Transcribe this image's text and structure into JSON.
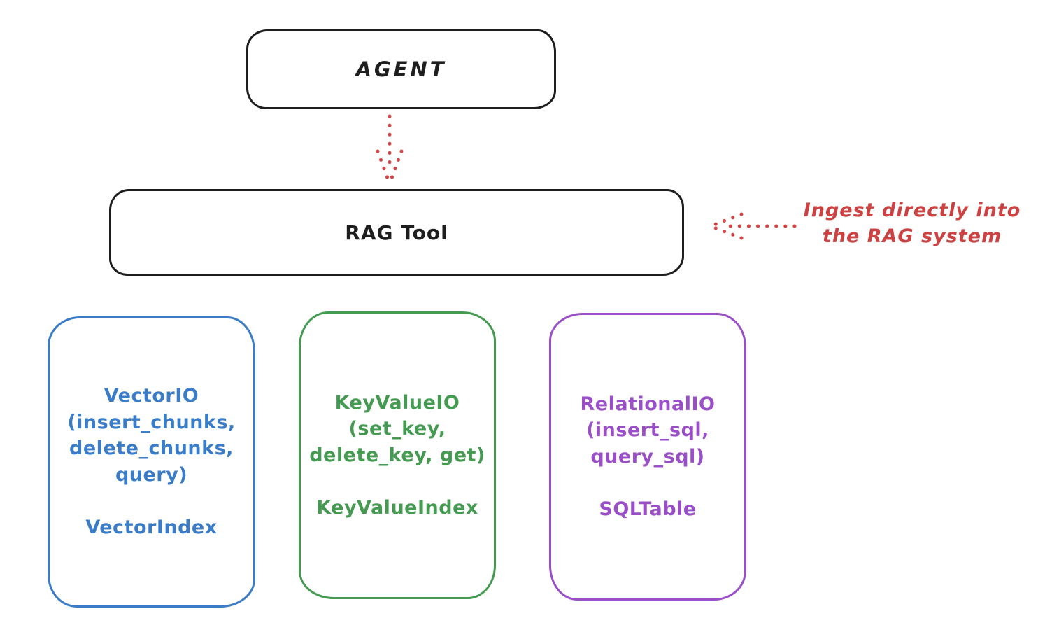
{
  "canvas": {
    "background": "#ffffff",
    "ink_color": "#1e1e1e",
    "arrow_color": "#d64545"
  },
  "agent_box": {
    "label": "AGENT"
  },
  "rag_tool_box": {
    "label": "RAG Tool"
  },
  "annotation": {
    "text_line1": "Ingest directly into",
    "text_line2": "the RAG system",
    "color": "#cc4141"
  },
  "arrows": {
    "agent_to_rag": {
      "style": "dotted",
      "direction": "down",
      "color": "#d64545"
    },
    "annotation_to_rag": {
      "style": "dotted",
      "direction": "left",
      "color": "#d64545"
    }
  },
  "io_boxes": {
    "vector": {
      "title": "VectorIO",
      "params_line1": "(insert_chunks,",
      "params_line2": "delete_chunks,",
      "params_line3": "query)",
      "index_label": "VectorIndex",
      "color": "#3b7cc9"
    },
    "keyvalue": {
      "title": "KeyValueIO",
      "params_line1": "(set_key,",
      "params_line2": "delete_key, get)",
      "index_label": "KeyValueIndex",
      "color": "#459a52"
    },
    "relational": {
      "title": "RelationalIO",
      "params_line1": "(insert_sql,",
      "params_line2": "query_sql)",
      "index_label": "SQLTable",
      "color": "#9a4fc8"
    }
  }
}
